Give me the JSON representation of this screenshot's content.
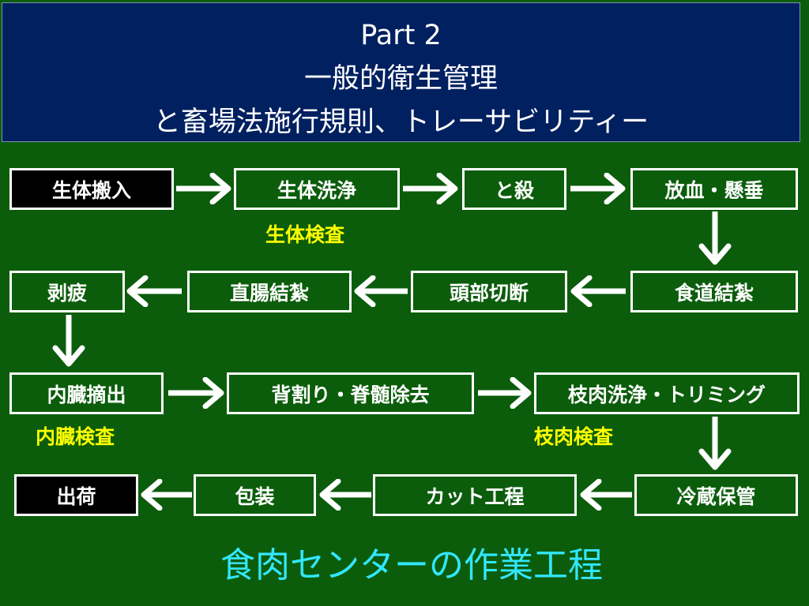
{
  "colors": {
    "background": "#0b5d0b",
    "header_background": "#002060",
    "text": "#ffffff",
    "box_border": "#ffffff",
    "start_end_box_fill": "#000000",
    "inspection_text": "#ffff00",
    "footer_text": "#33e6ff",
    "arrow": "#ffffff"
  },
  "header": {
    "line1": "Part 2",
    "line2": "一般的衛生管理",
    "line3": "と畜場法施行規則、トレーサビリティー"
  },
  "flow": {
    "row1": [
      "生体搬入",
      "生体洗浄",
      "と殺",
      "放血・懸垂"
    ],
    "row2": [
      "剥疲",
      "直腸結紮",
      "頭部切断",
      "食道結紮"
    ],
    "row3": [
      "内臓摘出",
      "背割り・脊髄除去",
      "枝肉洗浄・トリミング"
    ],
    "row4": [
      "出荷",
      "包装",
      "カット工程",
      "冷蔵保管"
    ]
  },
  "inspections": {
    "live_animal": "生体検査",
    "viscera": "内臓検査",
    "carcass": "枝肉検査"
  },
  "footer_title": "食肉センターの作業工程"
}
